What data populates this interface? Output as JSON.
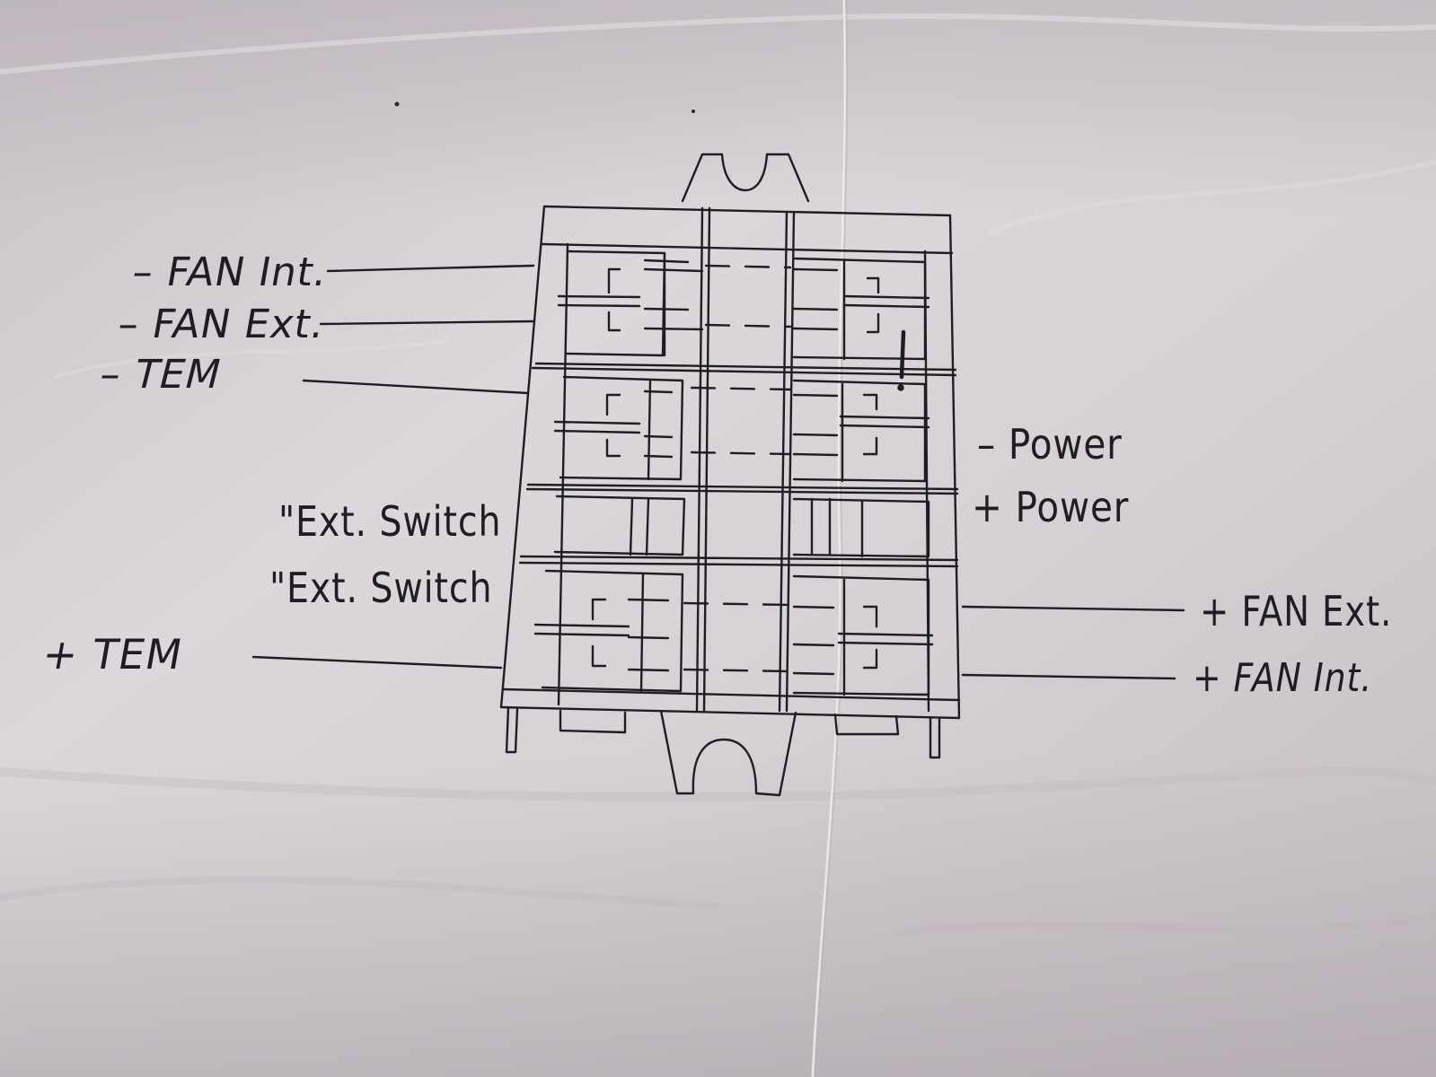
{
  "labels": {
    "fan_int_neg": "– FAN Int.",
    "fan_ext_neg": "– FAN Ext.",
    "tem_neg": "– TEM",
    "ext_switch_1": "\"Ext. Switch",
    "ext_switch_2": "\"Ext. Switch",
    "tem_pos": "+ TEM",
    "power_neg": "– Power",
    "power_pos": "+ Power",
    "fan_ext_pos": "+ FAN Ext.",
    "fan_int_pos": "+ FAN Int."
  },
  "colors": {
    "paper": "#d8d3d6",
    "ink": "#1e1e22",
    "fold_line": "#eeeaec"
  }
}
